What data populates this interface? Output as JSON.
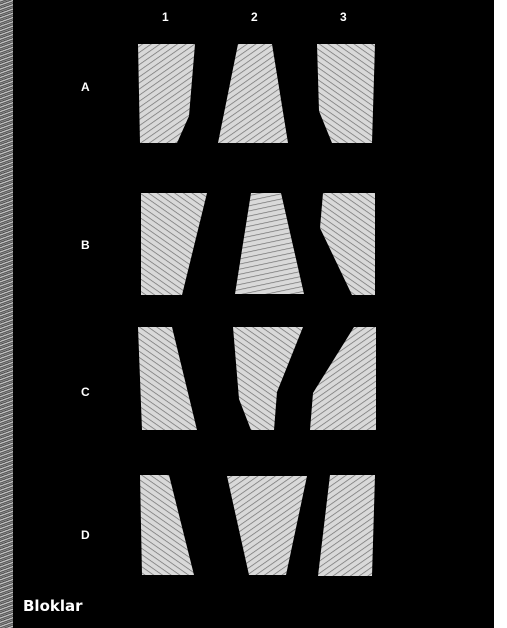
{
  "columns": [
    "1",
    "2",
    "3"
  ],
  "rows": [
    "A",
    "B",
    "C",
    "D"
  ],
  "caption": "Bloklar",
  "colors": {
    "background": "#000000",
    "block_fill": "#d9d9d9",
    "block_stripe": "#6e6e6e",
    "text": "#ffffff"
  },
  "blocks": [
    {
      "row": "A",
      "col": "1",
      "shape": "rectangle with lower-right corner cut diagonally",
      "grain": "lines rising to the right"
    },
    {
      "row": "A",
      "col": "2",
      "shape": "trapezoid, narrow top, wide bottom",
      "grain": "lines rising to the right"
    },
    {
      "row": "A",
      "col": "3",
      "shape": "rectangle with lower-left corner cut diagonally",
      "grain": "lines falling to the right"
    },
    {
      "row": "B",
      "col": "1",
      "shape": "quadrilateral slanting inward at the right",
      "grain": "lines falling to the right"
    },
    {
      "row": "B",
      "col": "2",
      "shape": "trapezoid, narrow top, wide bottom",
      "grain": "lines rising to the right"
    },
    {
      "row": "B",
      "col": "3",
      "shape": "quadrilateral slanting inward at the left",
      "grain": "lines falling to the right"
    },
    {
      "row": "C",
      "col": "1",
      "shape": "quadrilateral widening toward the bottom right",
      "grain": "lines falling to the right"
    },
    {
      "row": "C",
      "col": "2",
      "shape": "bent block, wide top, narrow lower stem",
      "grain": "lines falling to the right"
    },
    {
      "row": "C",
      "col": "3",
      "shape": "bent block, narrow top, wide lower base",
      "grain": "lines rising to the right"
    },
    {
      "row": "D",
      "col": "1",
      "shape": "quadrilateral widening toward the bottom right",
      "grain": "lines falling to the right"
    },
    {
      "row": "D",
      "col": "2",
      "shape": "trapezoid, wide top, narrow bottom",
      "grain": "lines rising to the right"
    },
    {
      "row": "D",
      "col": "3",
      "shape": "quadrilateral slanting inward at the left",
      "grain": "lines rising to the right"
    }
  ]
}
